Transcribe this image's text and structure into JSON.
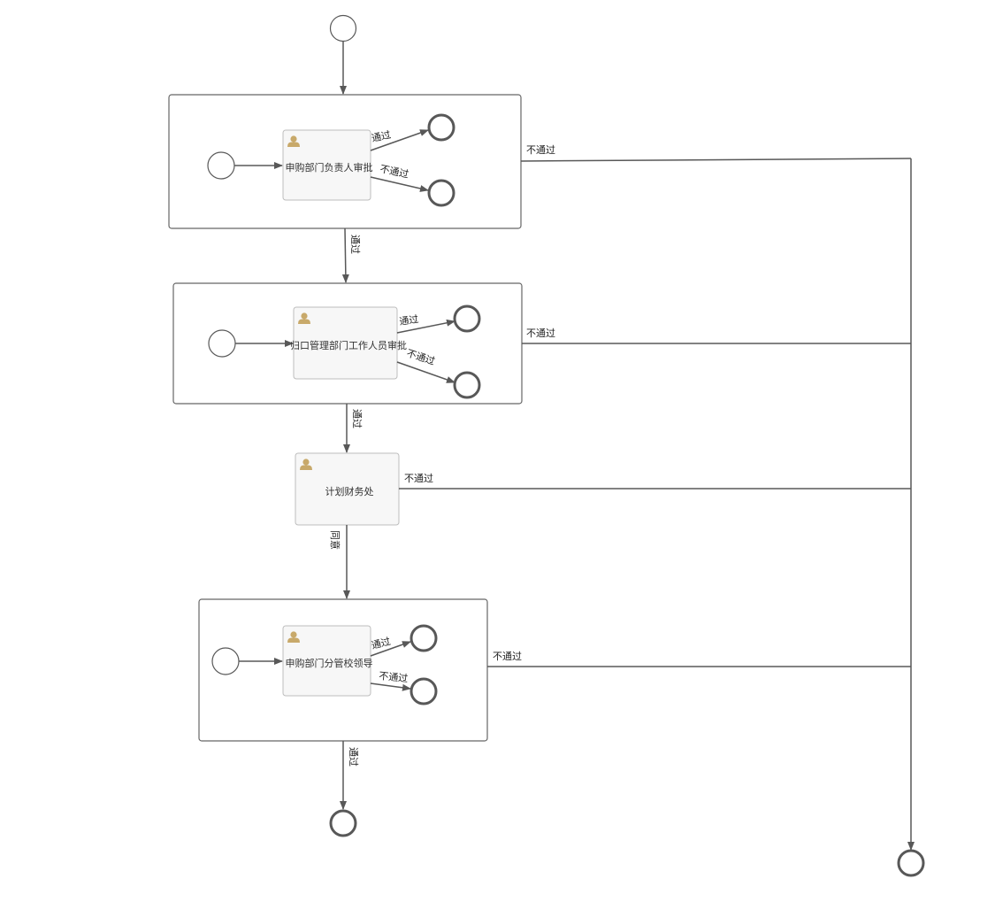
{
  "colors": {
    "line": "#585858",
    "container_border": "#666666",
    "task_fill": "#f7f7f7",
    "task_border": "#bdbdbd",
    "user_icon": "#c8a96a"
  },
  "diagram": {
    "tasks": {
      "task_1": "申购部门负责人审批",
      "task_2": "归口管理部门工作人员审批",
      "task_3": "计划财务处",
      "task_4": "申购部门分管校领导"
    },
    "flows": {
      "pass": "通过",
      "reject": "不通过",
      "approve": "同意"
    },
    "icons": {
      "task": "user-icon",
      "start": "start-event-icon",
      "end": "end-event-icon"
    }
  }
}
